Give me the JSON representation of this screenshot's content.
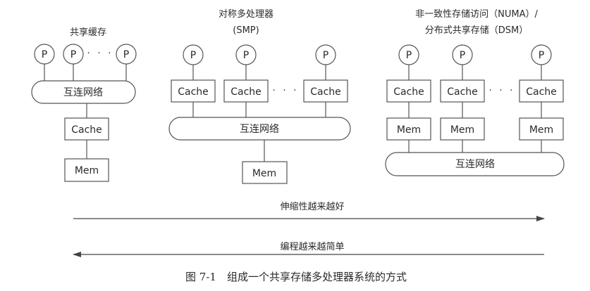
{
  "panels": {
    "shared_cache": {
      "title": "共享缓存",
      "processor_label": "P",
      "ellipsis": "· · ·",
      "network_label": "互连网络",
      "cache_label": "Cache",
      "memory_label": "Mem"
    },
    "smp": {
      "title_line1": "对称多处理器",
      "title_line2": "(SMP)",
      "processor_label": "P",
      "cache_label": "Cache",
      "ellipsis": "· · ·",
      "network_label": "互连网络",
      "memory_label": "Mem"
    },
    "numa": {
      "title_line1": "非一致性存储访问（NUMA）/",
      "title_line2": "分布式共享存储（DSM）",
      "processor_label": "P",
      "cache_label": "Cache",
      "memory_label": "Mem",
      "ellipsis": "· · ·",
      "network_label": "互连网络"
    }
  },
  "arrows": {
    "scalability": "伸缩性越来越好",
    "programming": "编程越来越简单"
  },
  "caption": "图 7-1　组成一个共享存储多处理器系统的方式"
}
